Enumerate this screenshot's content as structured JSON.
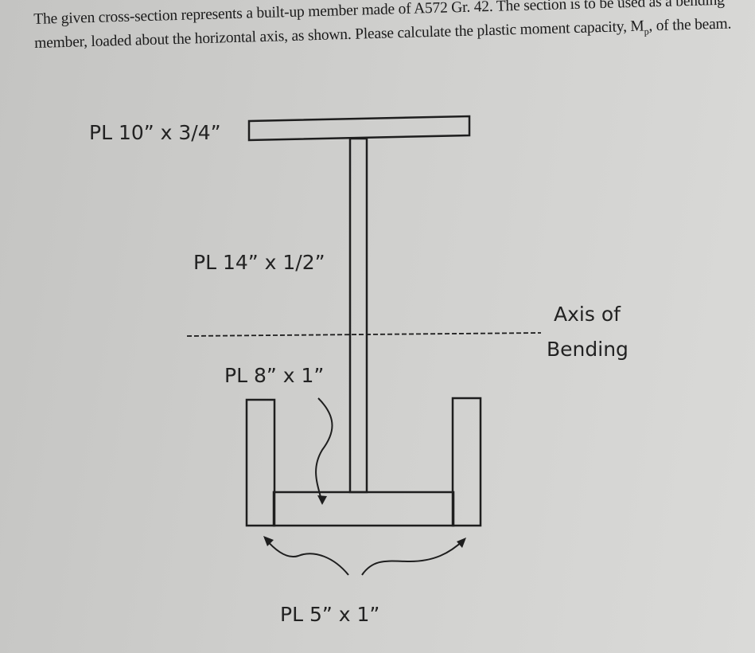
{
  "problem": {
    "text_part1": "The given cross-section represents a built-up member made of A572 Gr. 42. The section is to be used as a bending member, loaded about the horizontal axis, as shown. Please calculate the plastic moment capacity, M",
    "subscript": "p",
    "text_part2": ", of the beam."
  },
  "diagram": {
    "top_flange_label": "PL 10” x 3/4”",
    "web_label": "PL 14” x 1/2”",
    "bottom_plate_label": "PL 8” x 1”",
    "side_plates_label": "PL 5” x 1”",
    "axis_label_line1": "Axis of",
    "axis_label_line2": "Bending"
  }
}
